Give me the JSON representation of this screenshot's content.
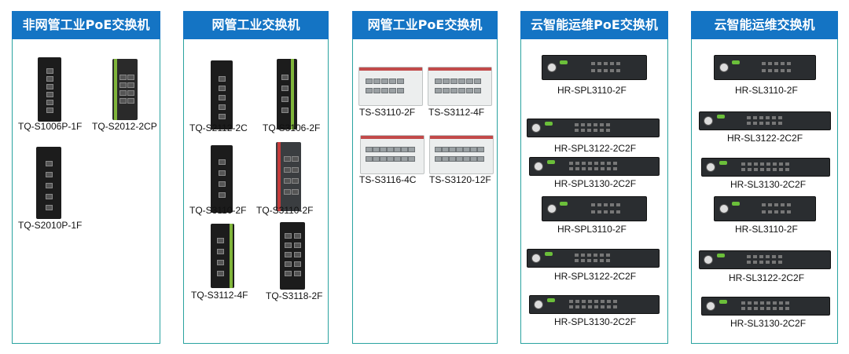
{
  "columns": [
    {
      "title": "非网管工业PoE交换机",
      "products": [
        "TQ-S1006P-1F",
        "TQ-S2012-2CP",
        "TQ-S2010P-1F"
      ]
    },
    {
      "title": "网管工业交换机",
      "products": [
        "TQ-S2112-2C",
        "TQ-S3106-2F",
        "TQ-S3110-2F",
        "TQ-S3110-2F",
        "TQ-S3112-4F",
        "TQ-S3118-2F"
      ]
    },
    {
      "title": "网管工业PoE交换机",
      "products": [
        "TS-S3110-2F",
        "TS-S3112-4F",
        "TS-S3116-4C",
        "TS-S3120-12F"
      ]
    },
    {
      "title": "云智能运维PoE交换机",
      "products": [
        "HR-SPL3110-2F",
        "HR-SPL3122-2C2F",
        "HR-SPL3130-2C2F",
        "HR-SPL3110-2F",
        "HR-SPL3122-2C2F",
        "HR-SPL3130-2C2F"
      ]
    },
    {
      "title": "云智能运维交换机",
      "products": [
        "HR-SL3110-2F",
        "HR-SL3122-2C2F",
        "HR-SL3130-2C2F",
        "HR-SL3110-2F",
        "HR-SL3122-2C2F",
        "HR-SL3130-2C2F"
      ]
    }
  ],
  "colors": {
    "header_bg": "#1474c4",
    "border": "#2aa3a0",
    "device_dark": "#1c1c1c",
    "device_light": "#eceeee"
  }
}
